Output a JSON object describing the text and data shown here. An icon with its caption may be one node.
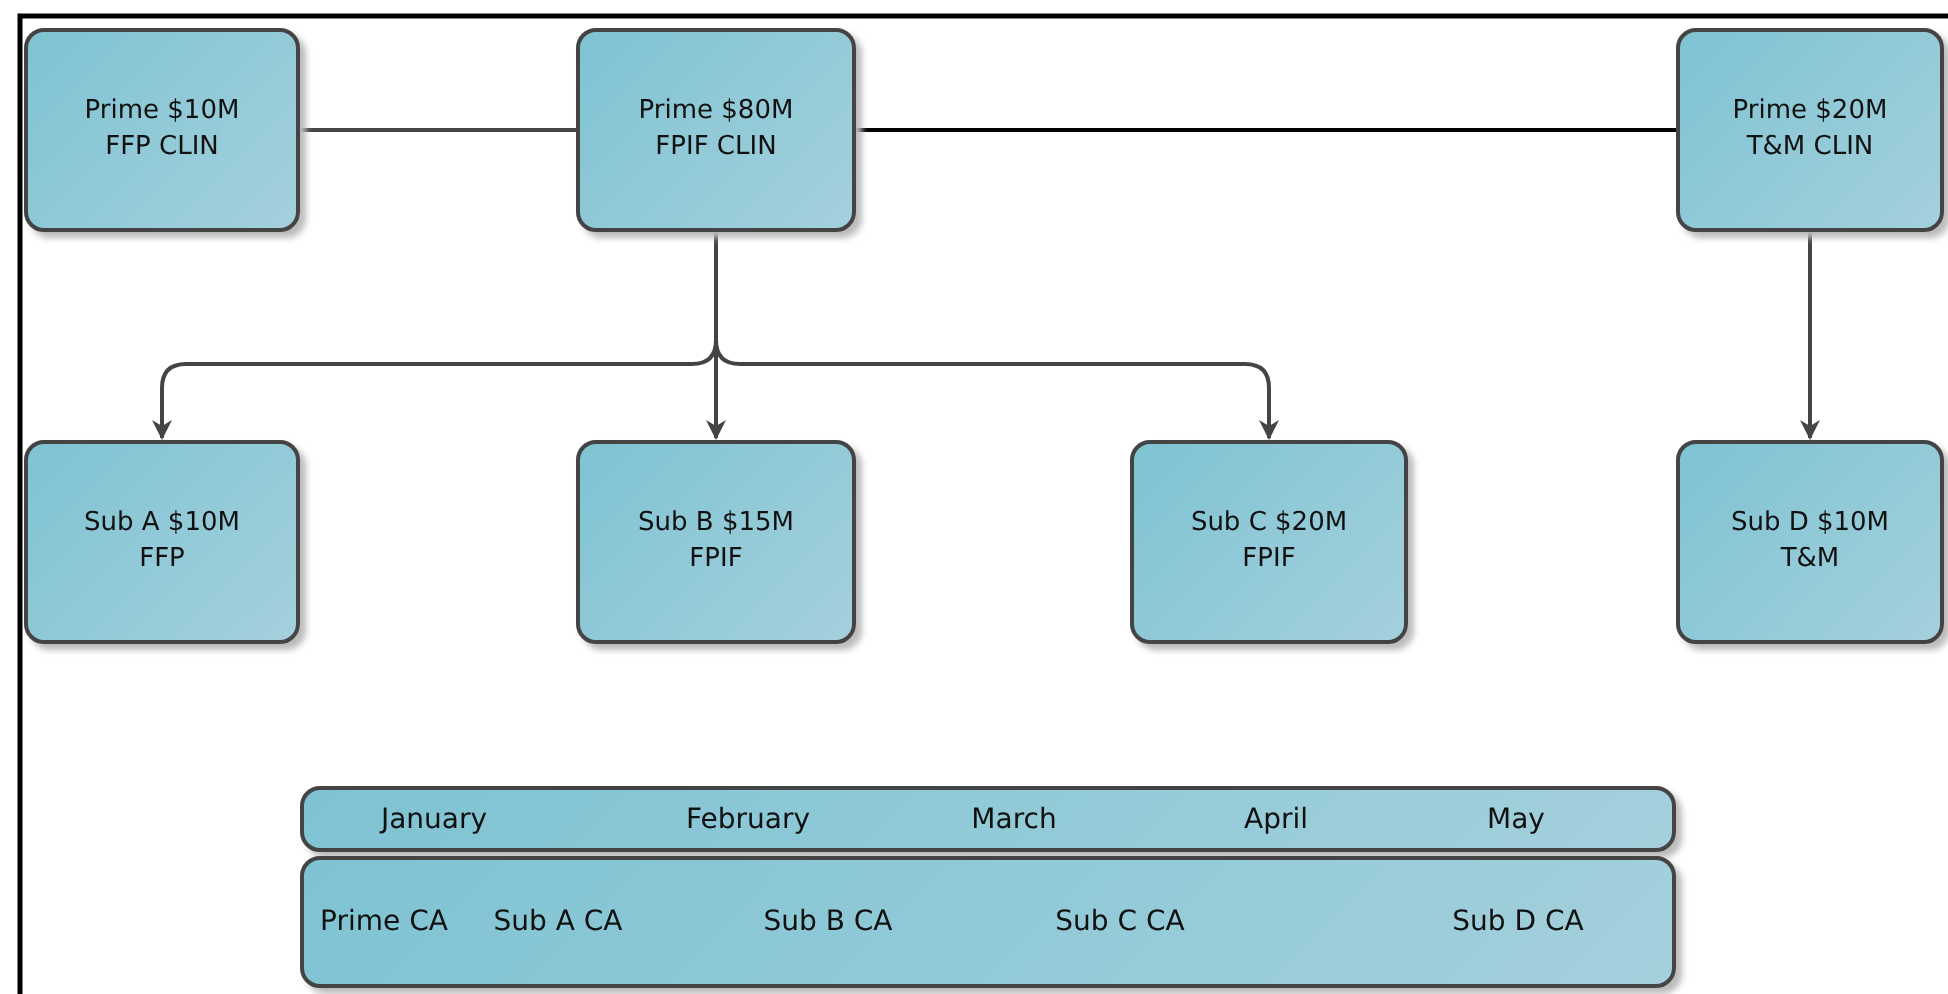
{
  "diagram": {
    "nodes": [
      {
        "text": [
          "Prime $10M FFP CLIN"
        ]
      },
      {
        "text": [
          "Prime $80M FPIF CLIN"
        ]
      },
      {
        "text": [
          "Prime $20M T&M CLIN"
        ]
      },
      {
        "text": [
          "Sub A $10M FFP"
        ]
      },
      {
        "text": [
          "Sub B $15M FPIF"
        ]
      },
      {
        "text": [
          "Sub C $20M FPIF"
        ]
      },
      {
        "text": [
          "Sub D $10M T&M"
        ]
      },
      {
        "text": [
          "January",
          "February",
          "March",
          "April",
          "May"
        ]
      },
      {
        "text": [
          "Prime CA",
          "Sub A CA",
          "Sub B CA",
          "Sub C CA",
          "Sub D CA"
        ]
      }
    ],
    "edges": [
      {
        "from": 0,
        "to": 1,
        "arrow": "none"
      },
      {
        "from": 1,
        "to": 2,
        "arrow": "none",
        "color": "#000000"
      },
      {
        "from": 1,
        "to": 3,
        "arrow": "to"
      },
      {
        "from": 1,
        "to": 4,
        "arrow": "to"
      },
      {
        "from": 1,
        "to": 5,
        "arrow": "to"
      },
      {
        "from": 2,
        "to": 6,
        "arrow": "to"
      }
    ]
  }
}
